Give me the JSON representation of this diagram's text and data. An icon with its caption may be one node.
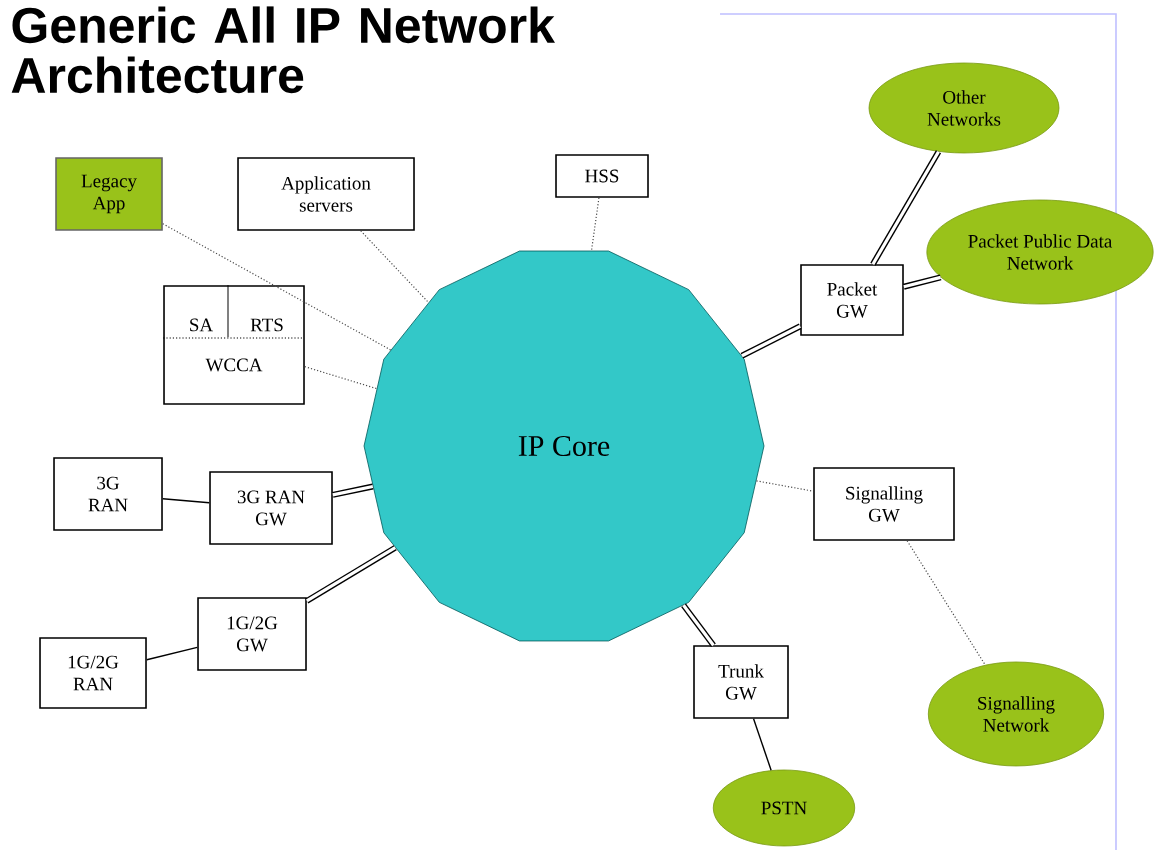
{
  "diagram": {
    "title": "Generic All IP Network Architecture",
    "nodes": [
      {
        "text": [
          "Legacy App"
        ]
      },
      {
        "text": [
          "Application servers"
        ]
      },
      {
        "text": [
          "HSS"
        ]
      },
      {
        "text": [
          "Other Networks"
        ]
      },
      {
        "text": [
          "Packet Public Data Network"
        ]
      },
      {
        "text": [
          "Packet GW"
        ]
      },
      {
        "text": [
          "SA",
          "RTS",
          "WCCA"
        ]
      },
      {
        "text": [
          "IP Core"
        ]
      },
      {
        "text": [
          "3G RAN"
        ]
      },
      {
        "text": [
          "3G RAN GW"
        ]
      },
      {
        "text": [
          "Signalling GW"
        ]
      },
      {
        "text": [
          "1G/2G GW"
        ]
      },
      {
        "text": [
          "1G/2G RAN"
        ]
      },
      {
        "text": [
          "Trunk GW"
        ]
      },
      {
        "text": [
          "Signalling Network"
        ]
      },
      {
        "text": [
          "PSTN"
        ]
      }
    ],
    "edges": [
      {
        "from": 0,
        "to": 7,
        "arrow": "none",
        "style": "dashed"
      },
      {
        "from": 1,
        "to": 7,
        "arrow": "none",
        "style": "dashed"
      },
      {
        "from": 6,
        "to": 7,
        "arrow": "none",
        "style": "dashed"
      },
      {
        "from": 2,
        "to": 7,
        "arrow": "none",
        "style": "dashed"
      },
      {
        "from": 5,
        "to": 3,
        "arrow": "none",
        "style": "thick"
      },
      {
        "from": 5,
        "to": 4,
        "arrow": "none",
        "style": "thick"
      },
      {
        "from": 7,
        "to": 5,
        "arrow": "none",
        "style": "thick"
      },
      {
        "from": 8,
        "to": 9,
        "arrow": "none"
      },
      {
        "from": 9,
        "to": 7,
        "arrow": "none",
        "style": "thick"
      },
      {
        "from": 12,
        "to": 11,
        "arrow": "none"
      },
      {
        "from": 11,
        "to": 7,
        "arrow": "none",
        "style": "thick"
      },
      {
        "from": 7,
        "to": 10,
        "arrow": "none",
        "style": "dashed"
      },
      {
        "from": 10,
        "to": 14,
        "arrow": "none",
        "style": "dashed"
      },
      {
        "from": 7,
        "to": 13,
        "arrow": "none",
        "style": "thick"
      },
      {
        "from": 13,
        "to": 15,
        "arrow": "none"
      }
    ]
  }
}
